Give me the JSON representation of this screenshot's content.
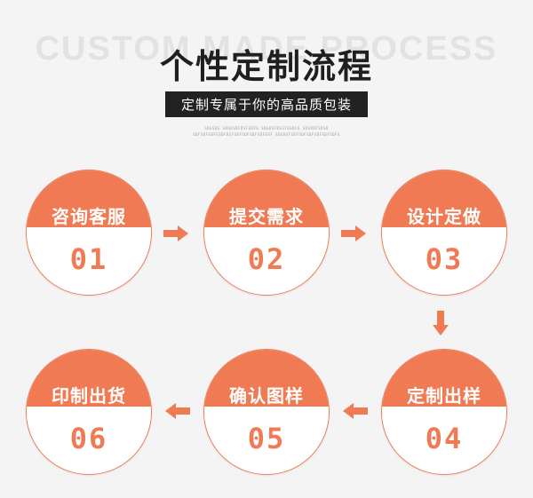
{
  "header": {
    "background_text": "CUSTOM MADE PROCESS",
    "title": "个性定制流程",
    "subtitle": "定制专属于你的高品质包装",
    "fine_print_1": "SDGSDG SDGDSDFDSFSDFG SDGDSFDSSTGSDFG SDSDDFSDSD",
    "fine_print_2": "SDFSDFSDFSSDFDSFSDFSDFSDFSDFDSF SDGDSFSDFSDFSDFSDFSDFSDFG"
  },
  "colors": {
    "accent": "#f07a53",
    "title": "#1f1f1f",
    "subtitle_bg": "#222222"
  },
  "steps": [
    {
      "label": "咨询客服",
      "number": "01"
    },
    {
      "label": "提交需求",
      "number": "02"
    },
    {
      "label": "设计定做",
      "number": "03"
    },
    {
      "label": "定制出样",
      "number": "04"
    },
    {
      "label": "确认图样",
      "number": "05"
    },
    {
      "label": "印制出货",
      "number": "06"
    }
  ],
  "icons": {
    "arrow_right": "arrow-right-icon",
    "arrow_down": "arrow-down-icon",
    "arrow_left": "arrow-left-icon"
  }
}
